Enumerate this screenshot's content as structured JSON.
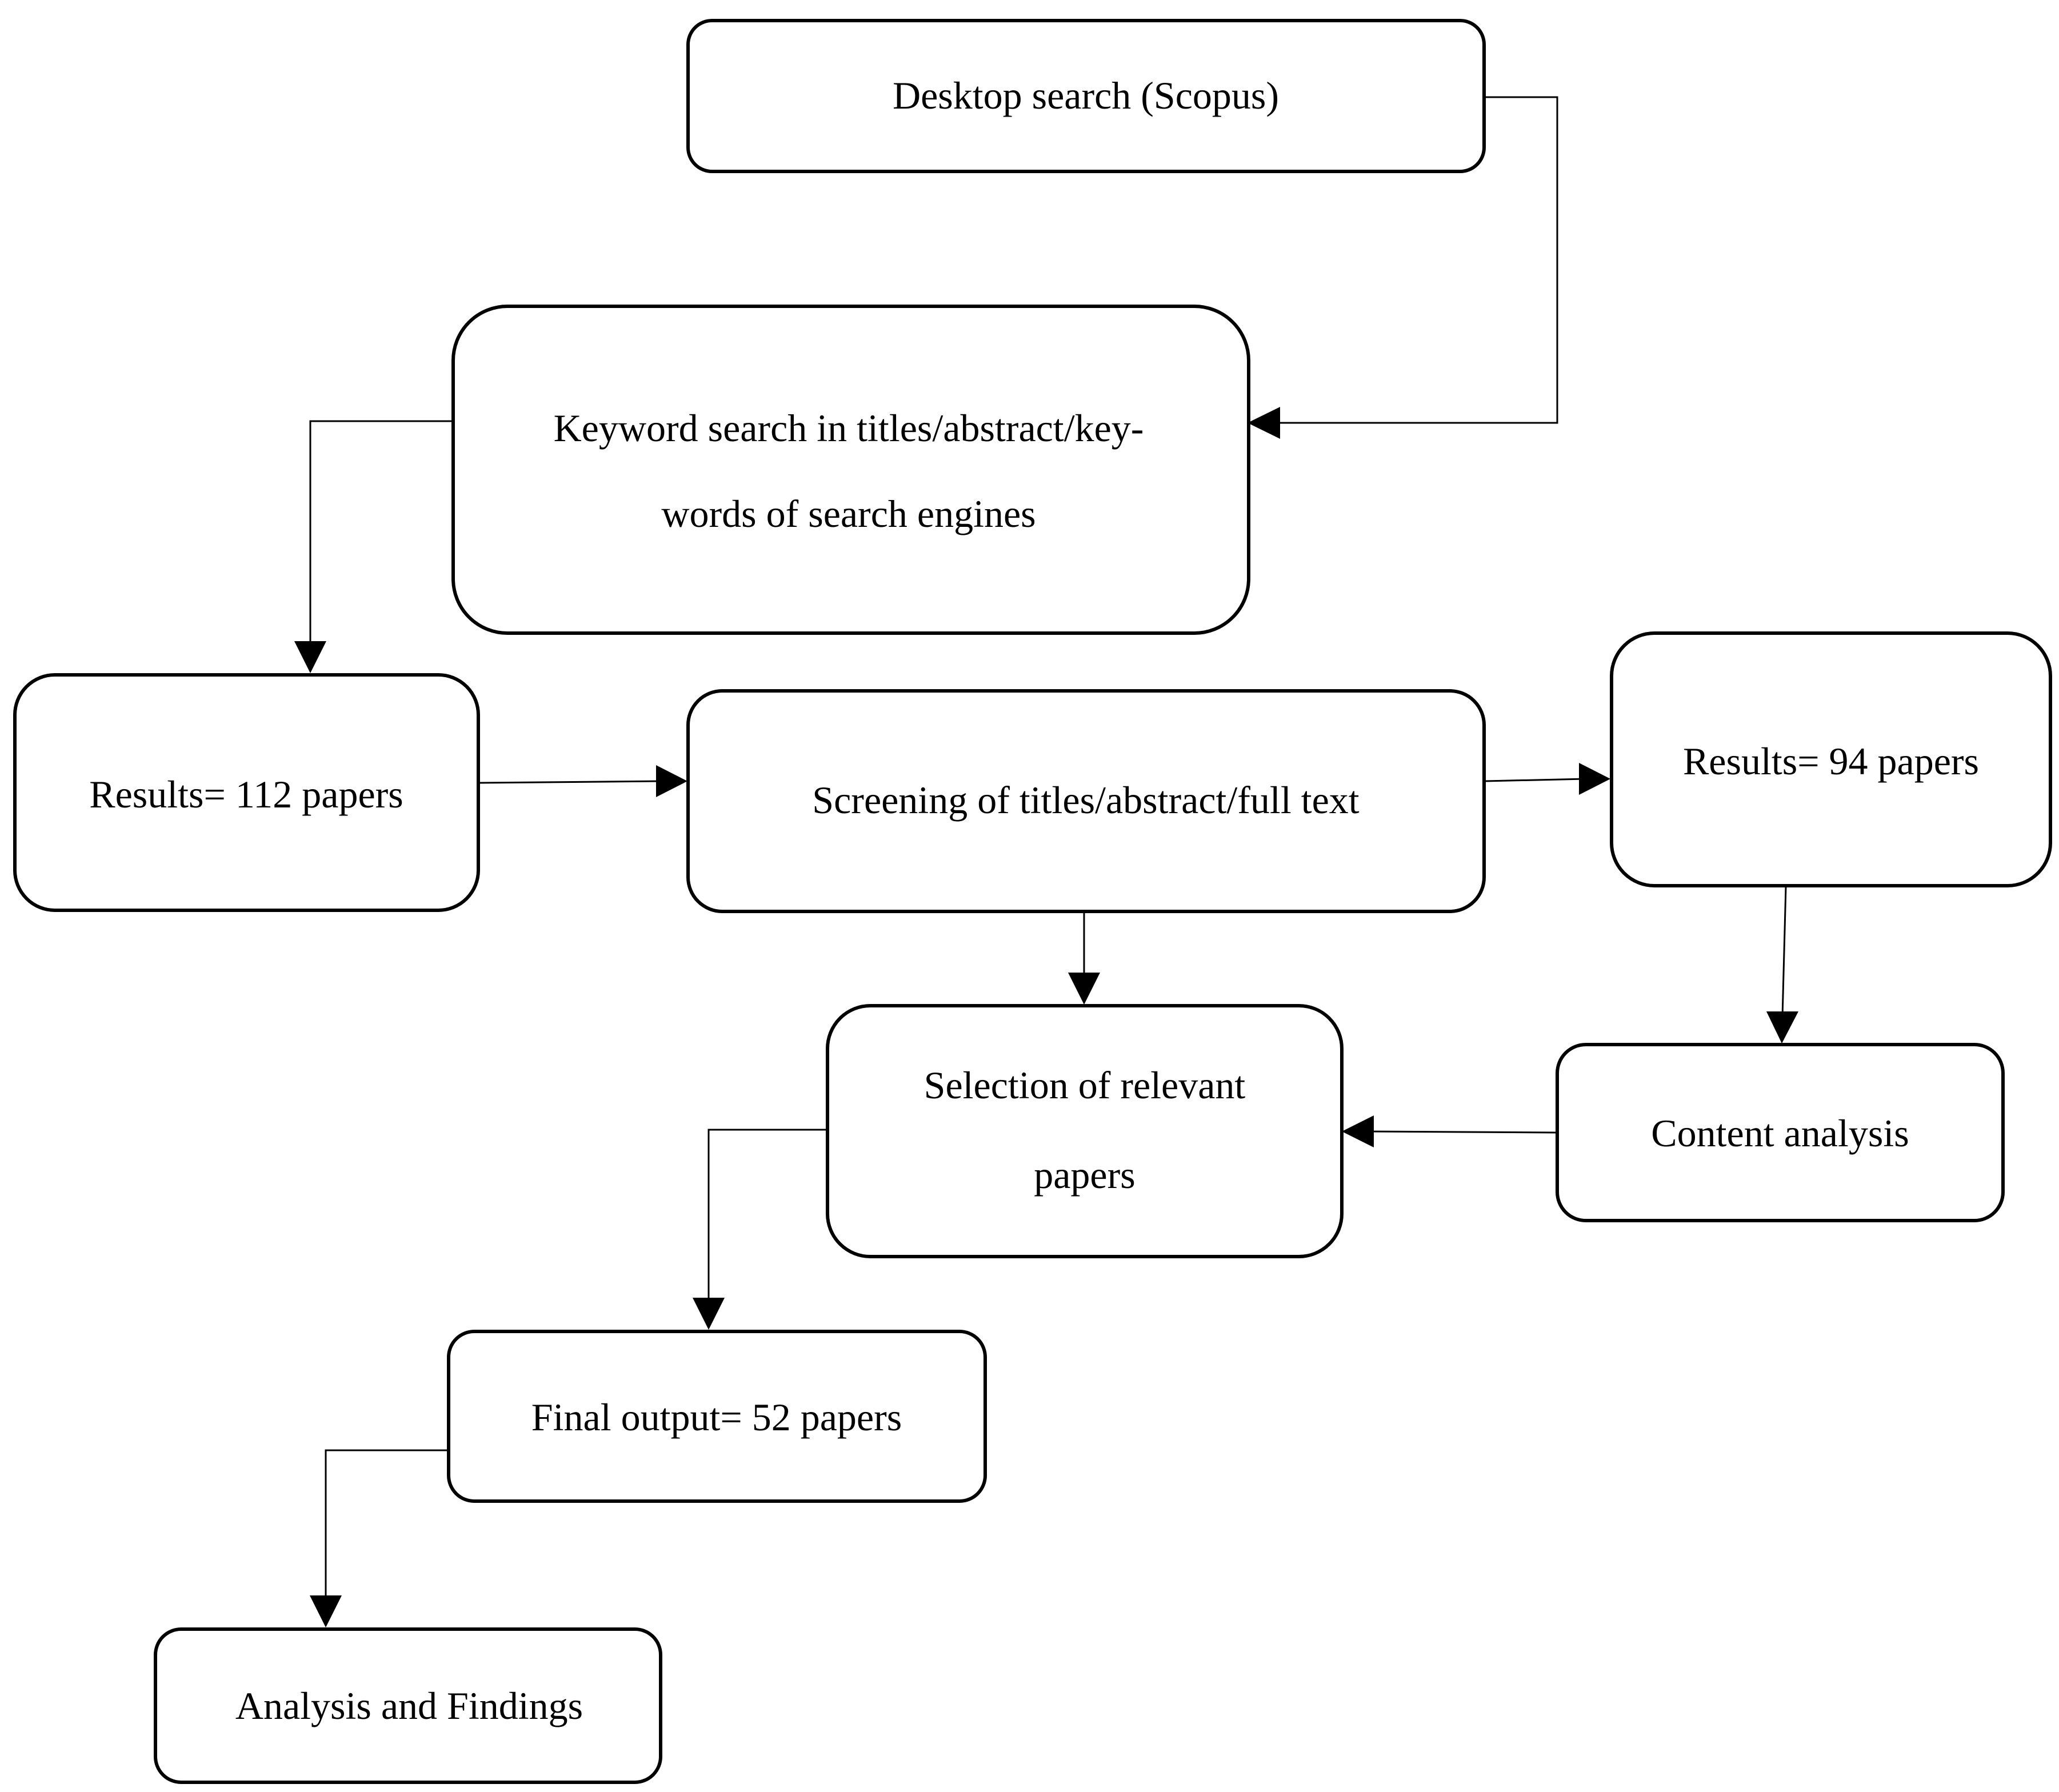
{
  "nodes": {
    "desktop_search": {
      "lines": [
        "Desktop search (Scopus)"
      ]
    },
    "keyword_search": {
      "lines": [
        "Keyword search in titles/abstract/key-",
        "words of search engines"
      ]
    },
    "results_112": {
      "lines": [
        "Results= 112 papers"
      ]
    },
    "screening": {
      "lines": [
        "Screening of titles/abstract/full text"
      ]
    },
    "results_94": {
      "lines": [
        "Results= 94 papers"
      ]
    },
    "selection": {
      "lines": [
        "Selection of relevant",
        "papers"
      ]
    },
    "content_analysis": {
      "lines": [
        "Content analysis"
      ]
    },
    "final_output": {
      "lines": [
        "Final output= 52 papers"
      ]
    },
    "analysis_findings": {
      "lines": [
        "Analysis and Findings"
      ]
    }
  }
}
